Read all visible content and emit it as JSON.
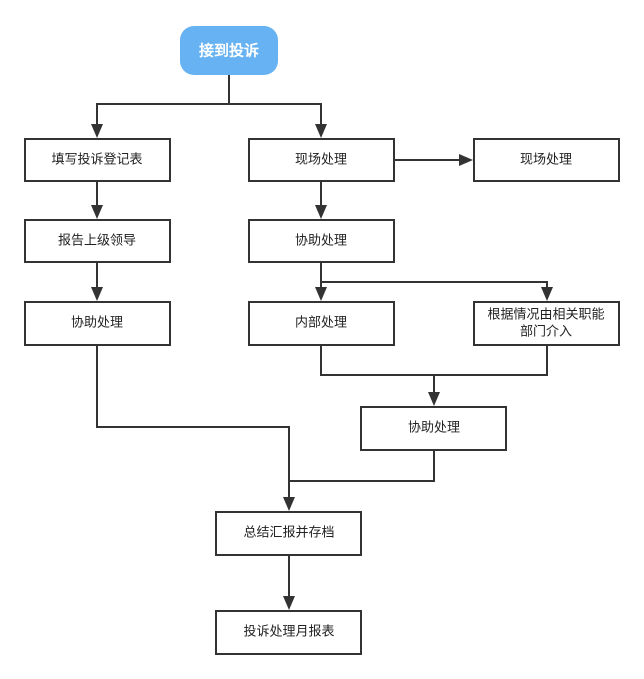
{
  "diagram": {
    "nodes": {
      "start": "接到投诉",
      "fill_form": "填写投诉登记表",
      "report_leader": "报告上级领导",
      "assist_left": "协助处理",
      "onsite": "现场处理",
      "onsite_right": "现场处理",
      "assist_mid": "协助处理",
      "internal": "内部处理",
      "dept_line1": "根据情况由相关职能",
      "dept_line2": "部门介入",
      "assist_lower": "协助处理",
      "summary": "总结汇报并存档",
      "monthly": "投诉处理月报表"
    }
  }
}
